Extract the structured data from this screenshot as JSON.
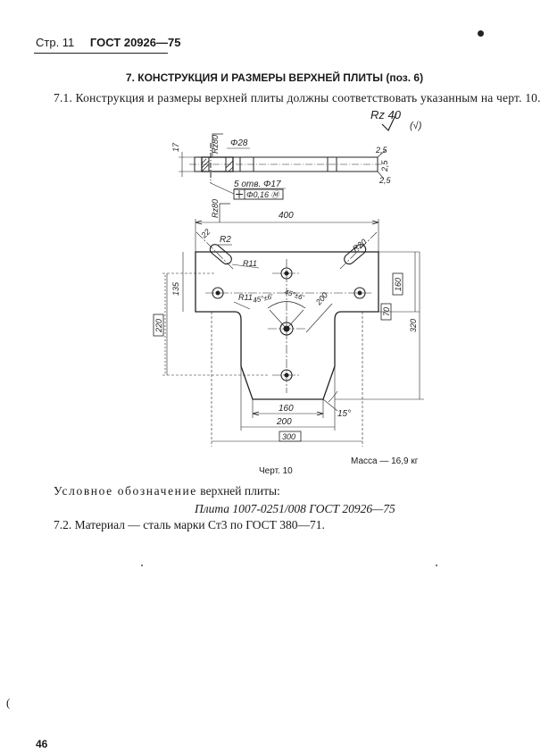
{
  "header": {
    "page_label": "Стр. 11",
    "standard": "ГОСТ 20926—75"
  },
  "section_title": "7. КОНСТРУКЦИЯ И РАЗМЕРЫ ВЕРХНЕЙ ПЛИТЫ (поз. 6)",
  "para_7_1": "7.1. Конструкция и размеры верхней плиты должны соответствовать указанным на черт. 10.",
  "drawing": {
    "roughness_main": "Rz 40",
    "roughness_other": "(√)",
    "rz80_top": "Rz80",
    "rz80_side": "Rz80",
    "dim_phi28": "Φ28",
    "dim_17": "17",
    "dim_2_5a": "2,5",
    "dim_2_5b": "2,5",
    "dim_2_5c": "2,5",
    "holes_note": "5 отв. Φ17",
    "position_tol": "Φ0,16 Ⓜ",
    "dim_400": "400",
    "dim_22": "22",
    "dim_r2": "R2",
    "dim_r11a": "R11",
    "dim_r11b": "R11",
    "dim_r20": "R20",
    "dim_135": "135",
    "dim_160": "160",
    "dim_70": "70",
    "dim_220": "220",
    "dim_320": "320",
    "angle_left": "45°±6'",
    "angle_right": "45°±6'",
    "dim_200_diag": "200",
    "dim_160_bottom": "160",
    "dim_200_bottom": "200",
    "dim_300": "300",
    "angle_15": "15°"
  },
  "mass": "Масса — 16,9 кг",
  "figure_caption": "Черт. 10",
  "designation_label": "Условное обозначение",
  "designation_rest": " верхней плиты:",
  "designation_example": "Плита 1007-0251/008 ГОСТ 20926—75",
  "para_7_2": "7.2. Материал — сталь марки Ст3 по ГОСТ 380—71.",
  "page_number": "46",
  "edge_mark": "("
}
